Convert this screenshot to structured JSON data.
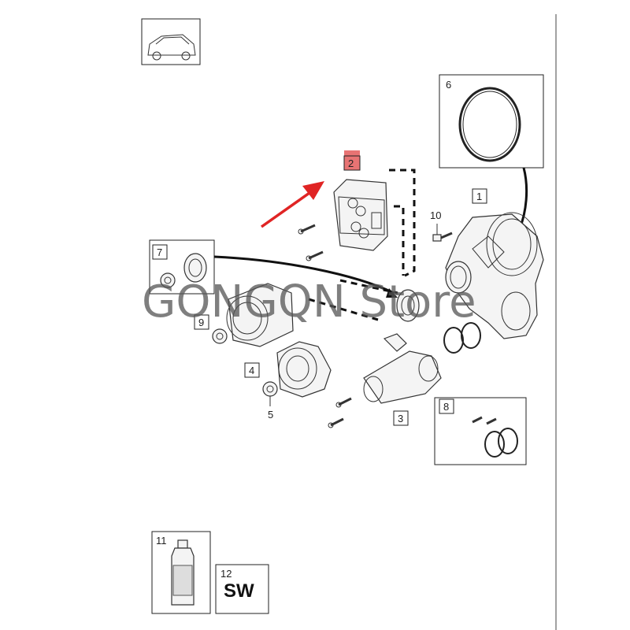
{
  "watermark": "GONGQN Store",
  "highlight_color": "#e35b5b",
  "arrow_color": "#e02424",
  "labels": {
    "l1": "1",
    "l2": "2",
    "l3": "3",
    "l4": "4",
    "l5": "5",
    "l6": "6",
    "l7": "7",
    "l8": "8",
    "l9": "9",
    "l10": "10",
    "l11": "11",
    "l12": "12"
  },
  "sw_text": "SW"
}
